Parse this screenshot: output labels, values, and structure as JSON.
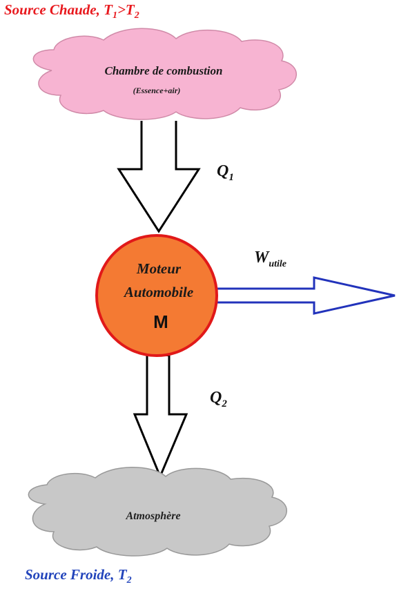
{
  "hot_source": {
    "prefix": "Source Chaude, T",
    "sub1": "1",
    "middle": ">T",
    "sub2": "2"
  },
  "cold_source": {
    "prefix": "Source Froide, T",
    "sub": "2"
  },
  "combustion_cloud": {
    "title": "Chambre de combustion",
    "subtitle": "(Essence+air)",
    "fill": "#f7b4d2",
    "stroke": "#d08aa8"
  },
  "q1": {
    "symbol": "Q",
    "sub": "1"
  },
  "q2": {
    "symbol": "Q",
    "sub": "2"
  },
  "engine": {
    "line1": "Moteur",
    "line2": "Automobile",
    "symbol": "M",
    "fill": "#f47a33",
    "stroke": "#e11919"
  },
  "work": {
    "symbol": "W",
    "sub": "utile",
    "arrow_color": "#2233bb"
  },
  "atmosphere_cloud": {
    "label": "Atmosphère",
    "fill": "#c8c8c8",
    "stroke": "#999999"
  },
  "colors": {
    "hot_title": "#e8191e",
    "cold_title": "#2244bb"
  }
}
